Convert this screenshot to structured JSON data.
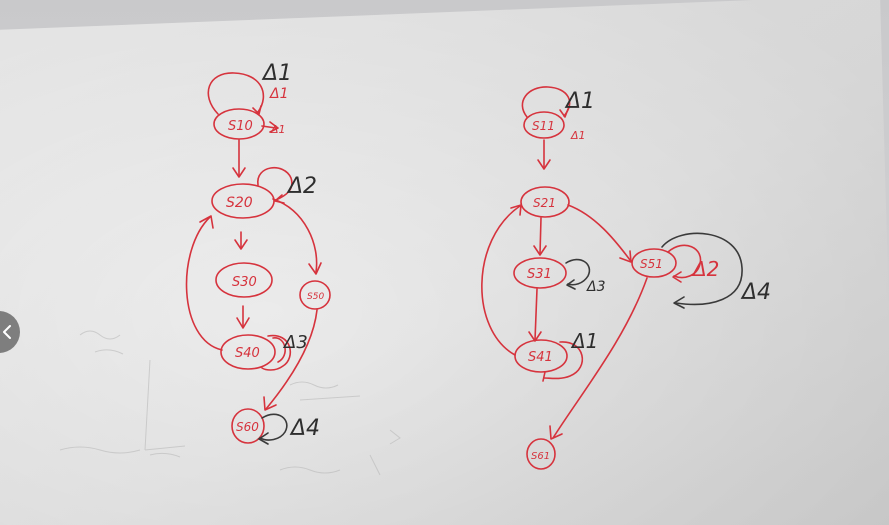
{
  "left_diagram": {
    "states": [
      "S10",
      "S20",
      "S30",
      "S40",
      "S50",
      "S60"
    ],
    "labels": [
      "Δ1",
      "Δ1",
      "Δ1",
      "Δ2",
      "Δ3",
      "Δ4"
    ]
  },
  "right_diagram": {
    "states": [
      "S11",
      "S21",
      "S31",
      "S41",
      "S51",
      "S61"
    ],
    "labels": [
      "Δ1",
      "Δ1",
      "Δ3",
      "Δ1",
      "Δ2",
      "Δ4"
    ]
  },
  "colors": {
    "ink_red": "#d6333d",
    "ink_dark": "#3a3a3a",
    "paper": "#ececec"
  },
  "nav": {
    "prev_icon": "chevron-left-icon"
  }
}
